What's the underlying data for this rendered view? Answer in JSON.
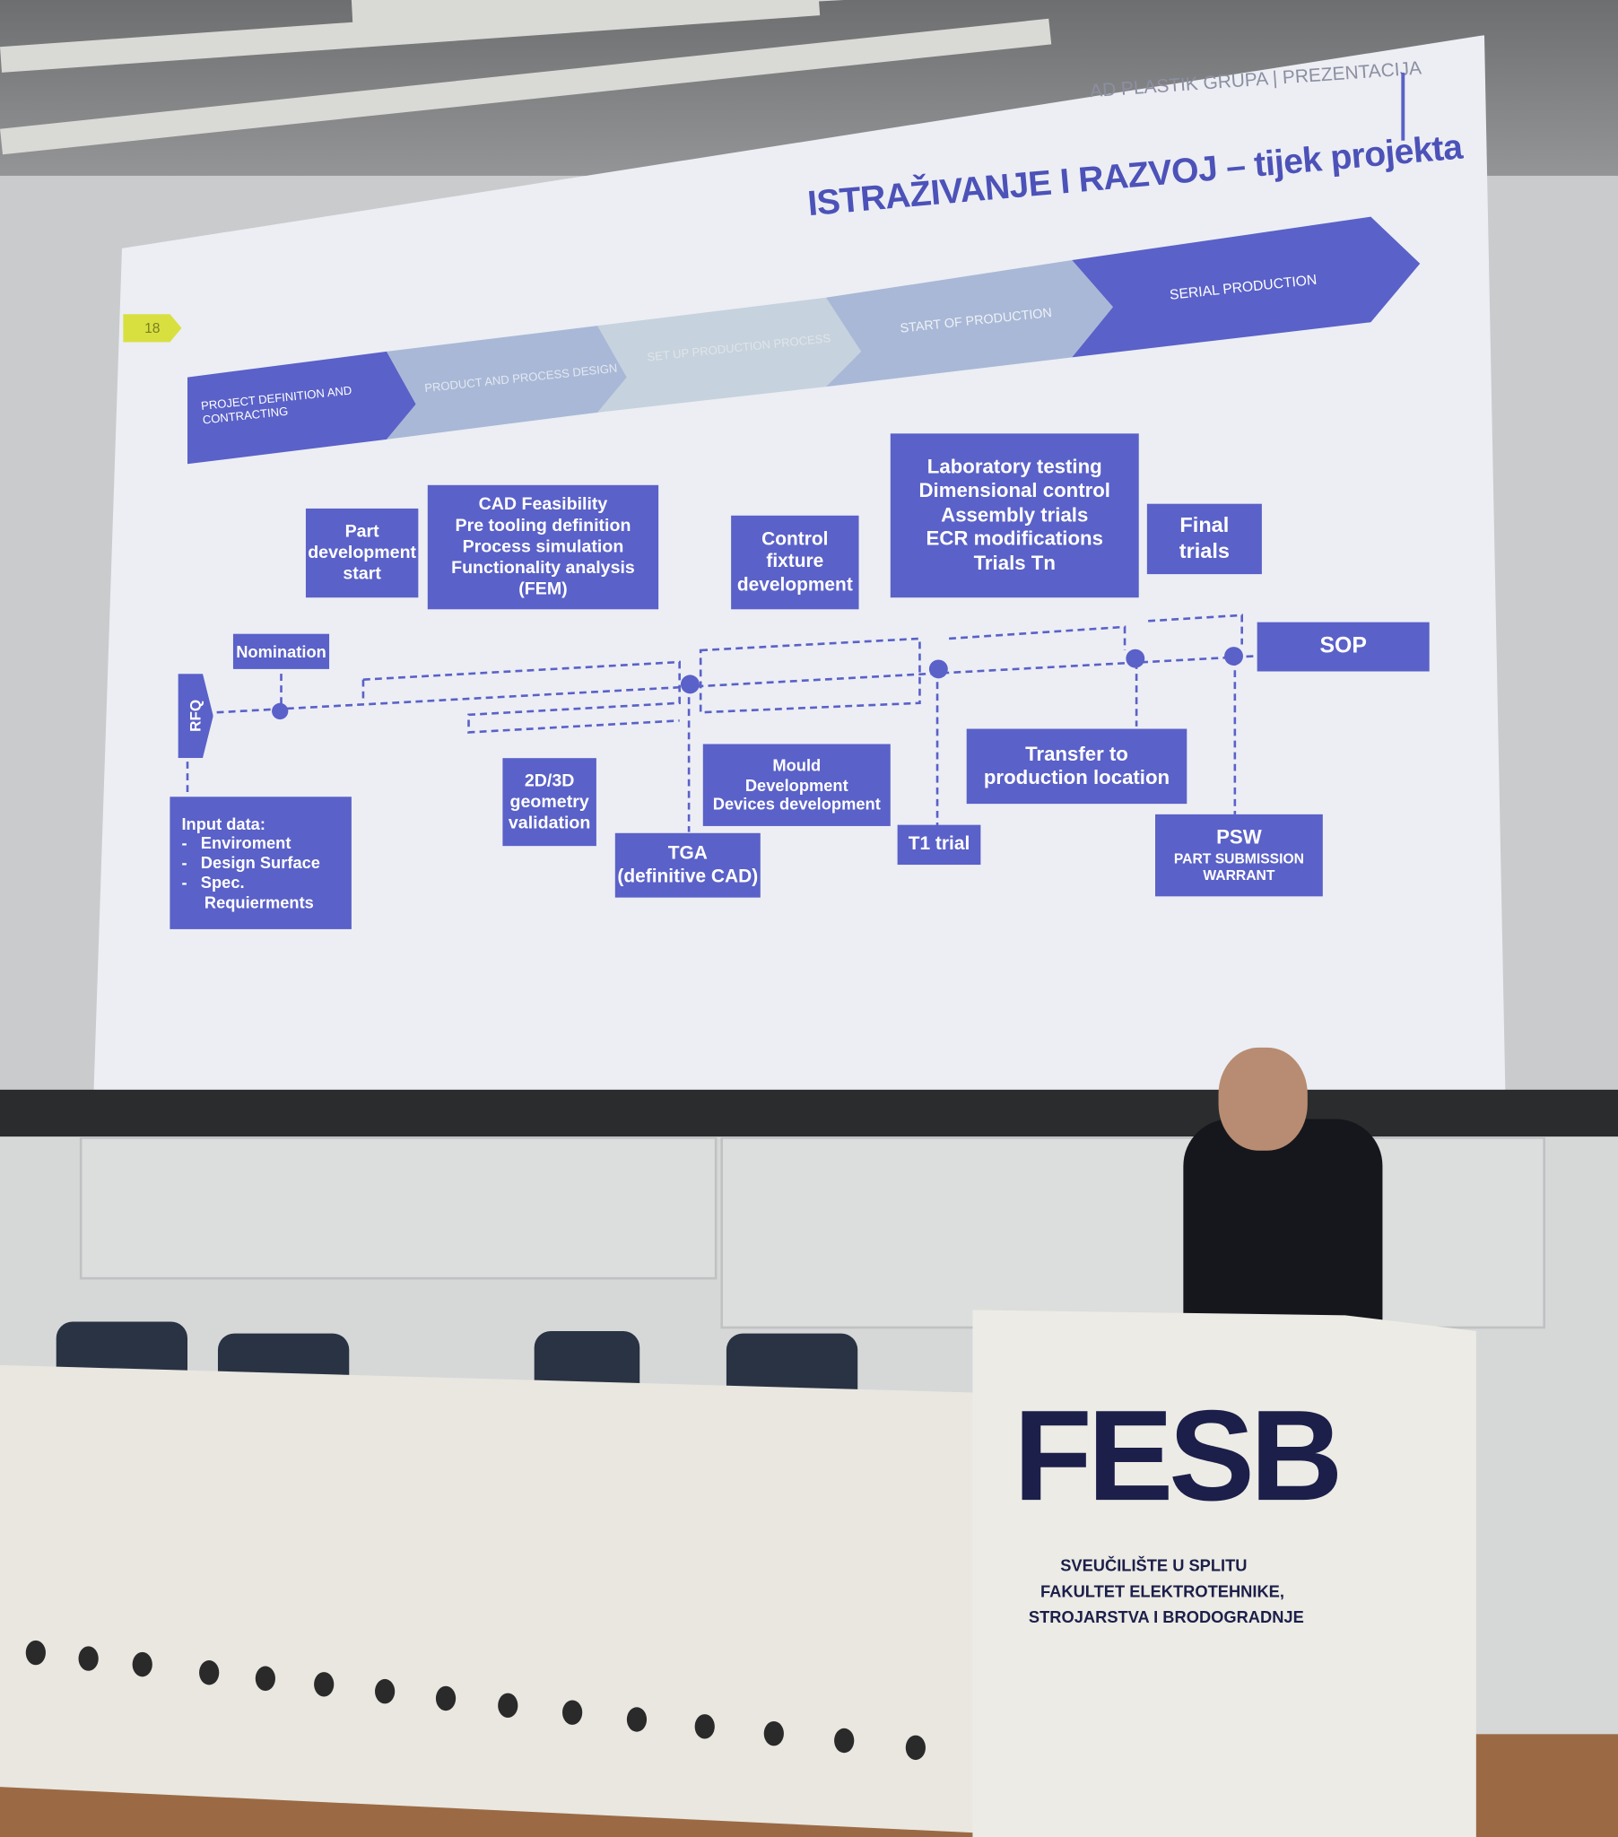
{
  "slide": {
    "header": "AD PLASTIK GRUPA | PREZENTACIJA",
    "title": "ISTRAŽIVANJE I RAZVOJ – tijek projekta",
    "page_number": "18",
    "phases": [
      "PROJECT DEFINITION AND CONTRACTING",
      "PRODUCT AND PROCESS DESIGN",
      "SET UP PRODUCTION PROCESS",
      "START OF PRODUCTION",
      "SERIAL PRODUCTION"
    ],
    "boxes": {
      "rfq": "RFQ",
      "nomination": "Nomination",
      "part_dev": [
        "Part",
        "development",
        "start"
      ],
      "cad": [
        "CAD Feasibility",
        "Pre tooling definition",
        "Process simulation",
        "Functionality analysis (FEM)"
      ],
      "control": [
        "Control",
        "fixture",
        "development"
      ],
      "lab": [
        "Laboratory testing",
        "Dimensional control",
        "Assembly trials",
        "ECR modifications",
        "Trials Tn"
      ],
      "final": [
        "Final",
        "trials"
      ],
      "sop": "SOP",
      "input": [
        "Input data:",
        "-   Enviroment",
        "-   Design Surface",
        "-   Spec.",
        "     Requierments"
      ],
      "geometry": [
        "2D/3D",
        "geometry",
        "validation"
      ],
      "tga": [
        "TGA",
        "(definitive CAD)"
      ],
      "mould": [
        "Mould",
        "Development",
        "Devices development"
      ],
      "t1": "T1 trial",
      "transfer": [
        "Transfer to",
        "production location"
      ],
      "psw": [
        "PSW",
        "PART SUBMISSION",
        "WARRANT"
      ]
    }
  },
  "podium": {
    "logo": "FESB",
    "line1": "SVEUČILIŠTE U SPLITU",
    "line2": "FAKULTET ELEKTROTEHNIKE,",
    "line3": "STROJARSTVA I BRODOGRADNJE"
  },
  "colors": {
    "slide_blue": "#5a61c8",
    "phase_light": "#a9b8d6",
    "phase_pale": "#c6d2dd"
  }
}
